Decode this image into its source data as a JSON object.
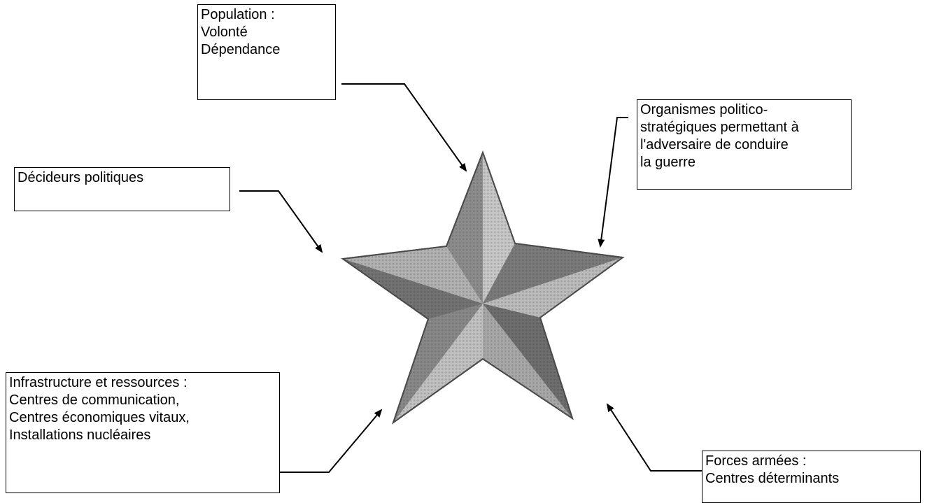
{
  "boxes": {
    "population": [
      "Population :",
      "Volonté",
      "Dépendance"
    ],
    "organismes": [
      "Organismes politico-",
      "stratégiques permettant à",
      "l'adversaire de conduire",
      "la guerre"
    ],
    "decideurs": [
      "Décideurs politiques"
    ],
    "infrastructure": [
      "Infrastructure et ressources :",
      "Centres de communication,",
      "Centres économiques vitaux,",
      "Installations nucléaires"
    ],
    "forces": [
      "Forces armées :",
      "Centres déterminants"
    ]
  },
  "colors": {
    "star_dark": "#6e6e6e",
    "star_mid": "#9a9a9a",
    "star_light": "#c8c8c8",
    "star_outline": "#555555"
  }
}
